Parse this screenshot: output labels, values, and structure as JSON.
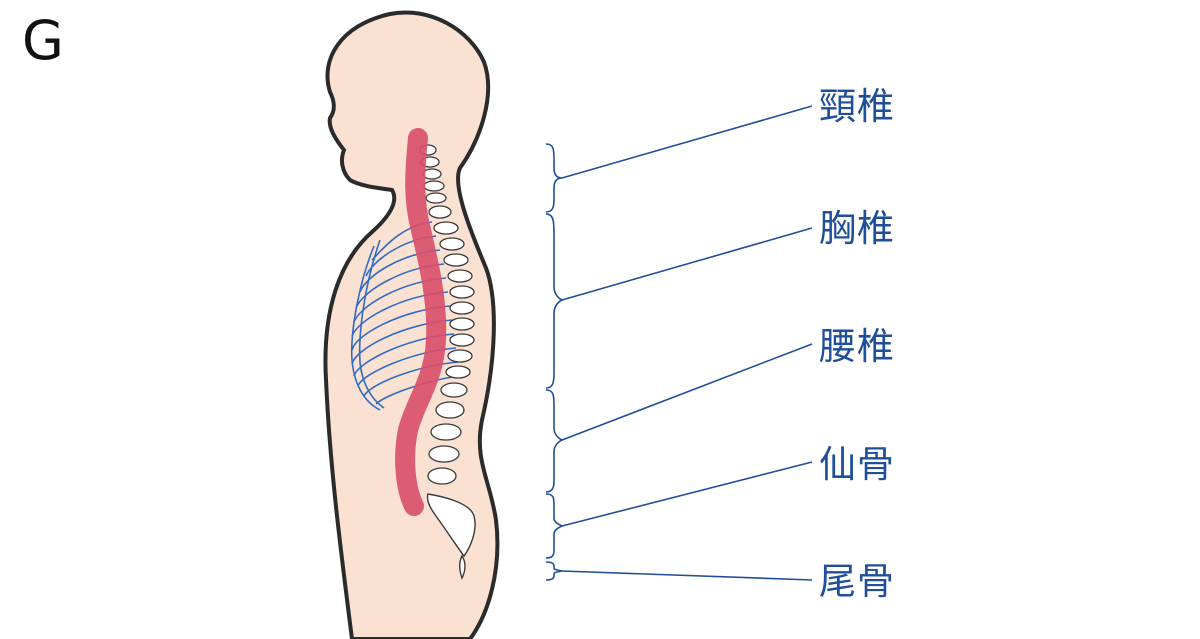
{
  "corner_letter": "G",
  "labels": {
    "cervical": "頸椎",
    "thoracic": "胸椎",
    "lumbar": "腰椎",
    "sacrum": "仙骨",
    "coccyx": "尾骨"
  },
  "colors": {
    "skin": "#fbe1d2",
    "outline": "#2b2b2b",
    "spine_highlight": "#d9506a",
    "rib_blue": "#2f6cc4",
    "label_blue": "#1f4f9a"
  }
}
